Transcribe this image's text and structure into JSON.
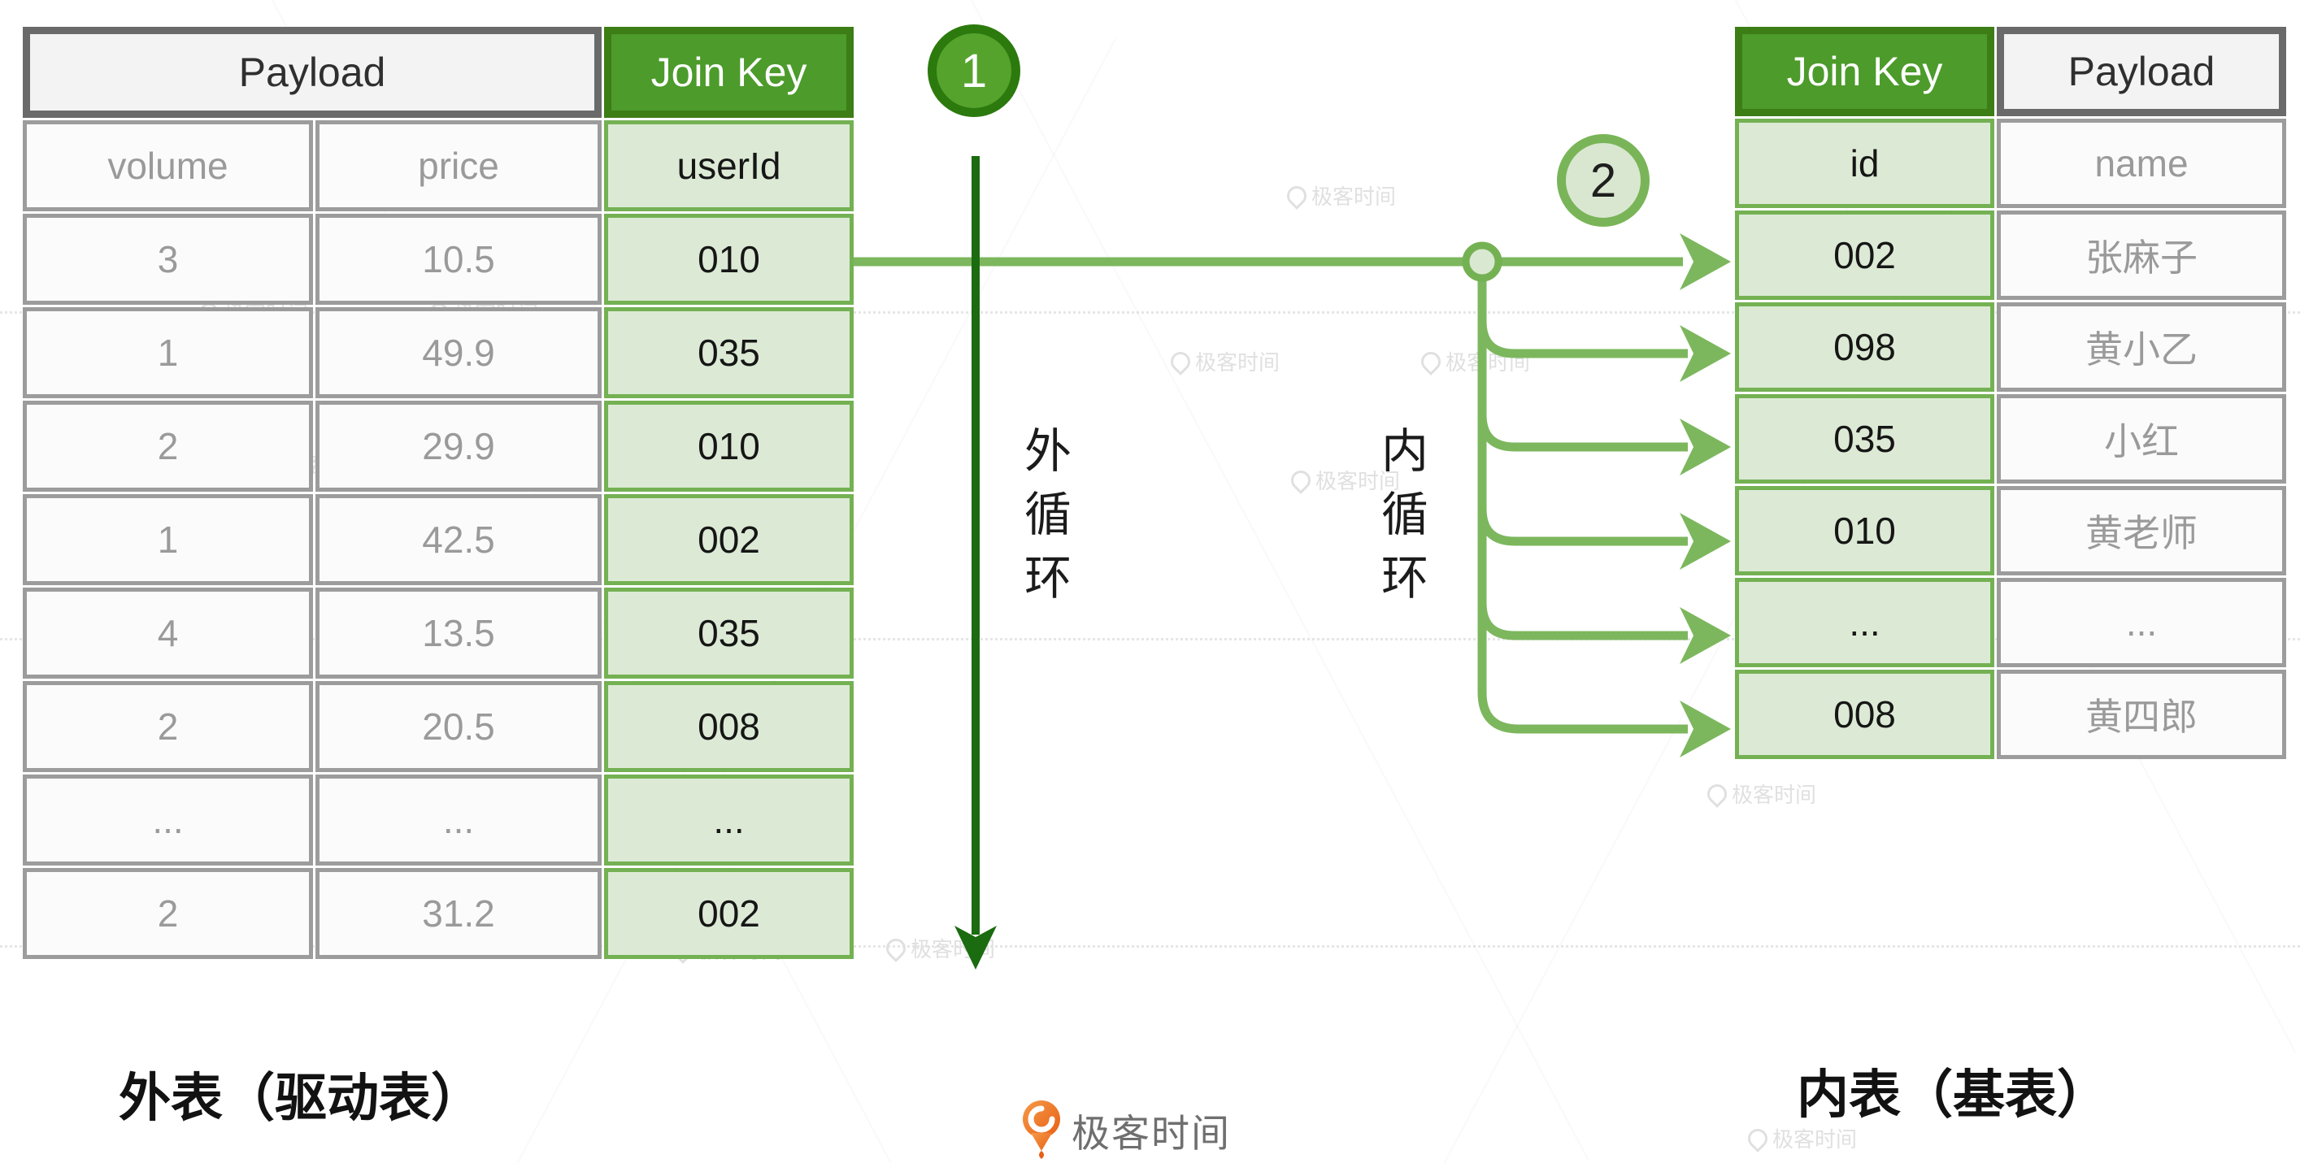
{
  "left_table": {
    "caption": "外表（驱动表）",
    "header_payload": "Payload",
    "header_joinkey": "Join Key",
    "columns": [
      "volume",
      "price",
      "userId"
    ],
    "rows": [
      [
        "3",
        "10.5",
        "010"
      ],
      [
        "1",
        "49.9",
        "035"
      ],
      [
        "2",
        "29.9",
        "010"
      ],
      [
        "1",
        "42.5",
        "002"
      ],
      [
        "4",
        "13.5",
        "035"
      ],
      [
        "2",
        "20.5",
        "008"
      ],
      [
        "...",
        "...",
        "..."
      ],
      [
        "2",
        "31.2",
        "002"
      ]
    ]
  },
  "right_table": {
    "caption": "内表（基表）",
    "header_joinkey": "Join Key",
    "header_payload": "Payload",
    "columns": [
      "id",
      "name"
    ],
    "rows": [
      [
        "002",
        "张麻子"
      ],
      [
        "098",
        "黄小乙"
      ],
      [
        "035",
        "小红"
      ],
      [
        "010",
        "黄老师"
      ],
      [
        "...",
        "..."
      ],
      [
        "008",
        "黄四郎"
      ]
    ]
  },
  "annotations": {
    "step_1": "1",
    "step_2": "2",
    "outer_loop_label": "外循环",
    "inner_loop_label": "内循环"
  },
  "brand": {
    "logo_text": "极客时间",
    "watermark_text": "极客时间"
  },
  "colors": {
    "green_header_bg": "#4c9b2b",
    "green_header_border": "#3c7d16",
    "green_cell_bg": "#dcead5",
    "green_cell_border": "#74b153",
    "gray_header_bg": "#f3f3f3",
    "gray_header_border": "#6a6a6a",
    "gray_cell_border": "#9c9c9c",
    "payload_cell_bg": "#fbfbfb",
    "text_gray": "#9a9a9a",
    "text_dark": "#161616",
    "connector_green": "#7cb75d",
    "arrow_dark_green": "#1b6b10",
    "step1_fill": "#55a32d",
    "step1_border": "#2c7a0d",
    "logo_orange": "#ee752e"
  }
}
